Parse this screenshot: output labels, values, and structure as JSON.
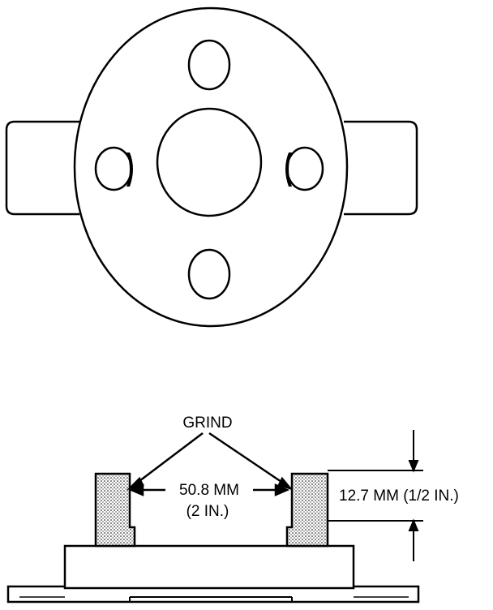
{
  "labels": {
    "grind": "GRIND",
    "width_metric": "50.8 MM",
    "width_imperial": "(2 IN.)",
    "height": "12.7 MM (1/2 IN.)"
  }
}
